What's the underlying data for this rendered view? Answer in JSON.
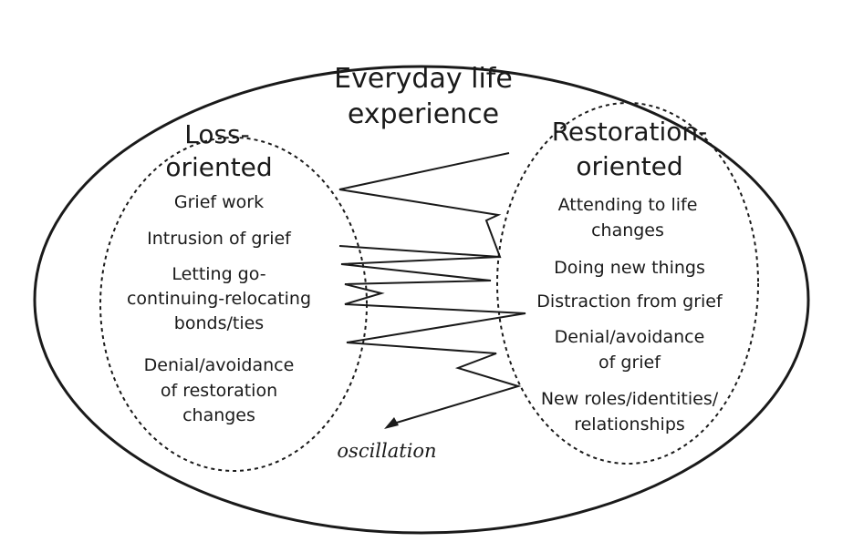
{
  "diagram": {
    "title": [
      "Everyday life",
      "experience"
    ],
    "loss": {
      "heading": [
        "Loss-",
        "oriented"
      ],
      "items": [
        "Grief work",
        "Intrusion of grief",
        "Letting go-",
        "continuing-relocating",
        "bonds/ties",
        "Denial/avoidance",
        "of restoration",
        "changes"
      ]
    },
    "restoration": {
      "heading": [
        "Restoration-",
        "oriented"
      ],
      "items": [
        "Attending to life",
        "changes",
        "Doing new things",
        "Distraction from grief",
        "Denial/avoidance",
        "of grief",
        "New roles/identities/",
        "relationships"
      ]
    },
    "oscillation_label": "oscillation",
    "colors": {
      "line": "#1a1a1a",
      "background": "#ffffff"
    }
  }
}
